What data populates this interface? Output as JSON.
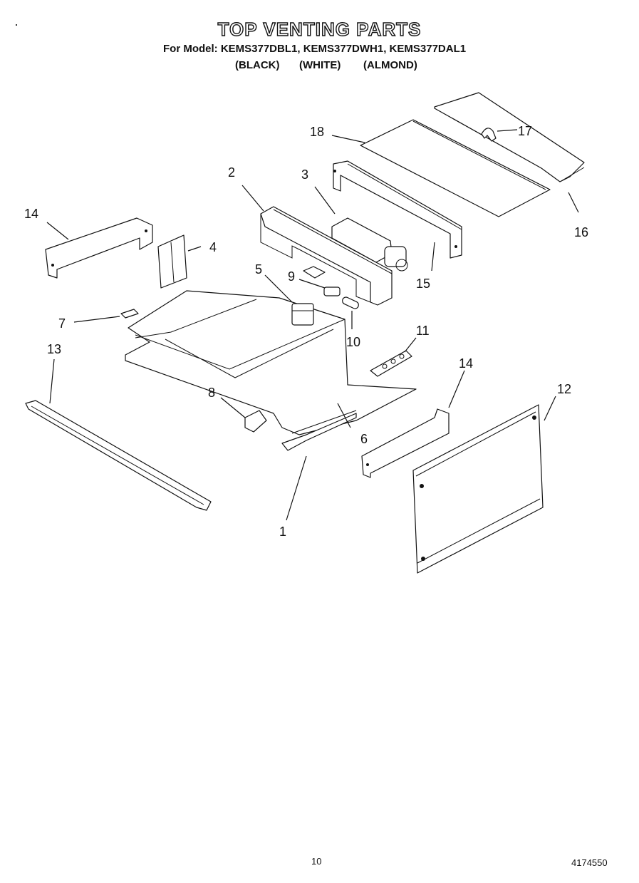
{
  "header": {
    "title": "TOP VENTING PARTS",
    "models": "For Model: KEMS377DBL1, KEMS377DWH1, KEMS377DAL1",
    "finish_black": "(BLACK)",
    "finish_white": "(WHITE)",
    "finish_almond": "(ALMOND)"
  },
  "callouts": {
    "c1": "1",
    "c2": "2",
    "c3": "3",
    "c4": "4",
    "c5": "5",
    "c6": "6",
    "c7": "7",
    "c8": "8",
    "c9": "9",
    "c10": "10",
    "c11": "11",
    "c12": "12",
    "c13": "13",
    "c14a": "14",
    "c14b": "14",
    "c15": "15",
    "c16": "16",
    "c17": "17",
    "c18": "18"
  },
  "footer": {
    "page_number": "10",
    "doc_number": "4174550"
  }
}
